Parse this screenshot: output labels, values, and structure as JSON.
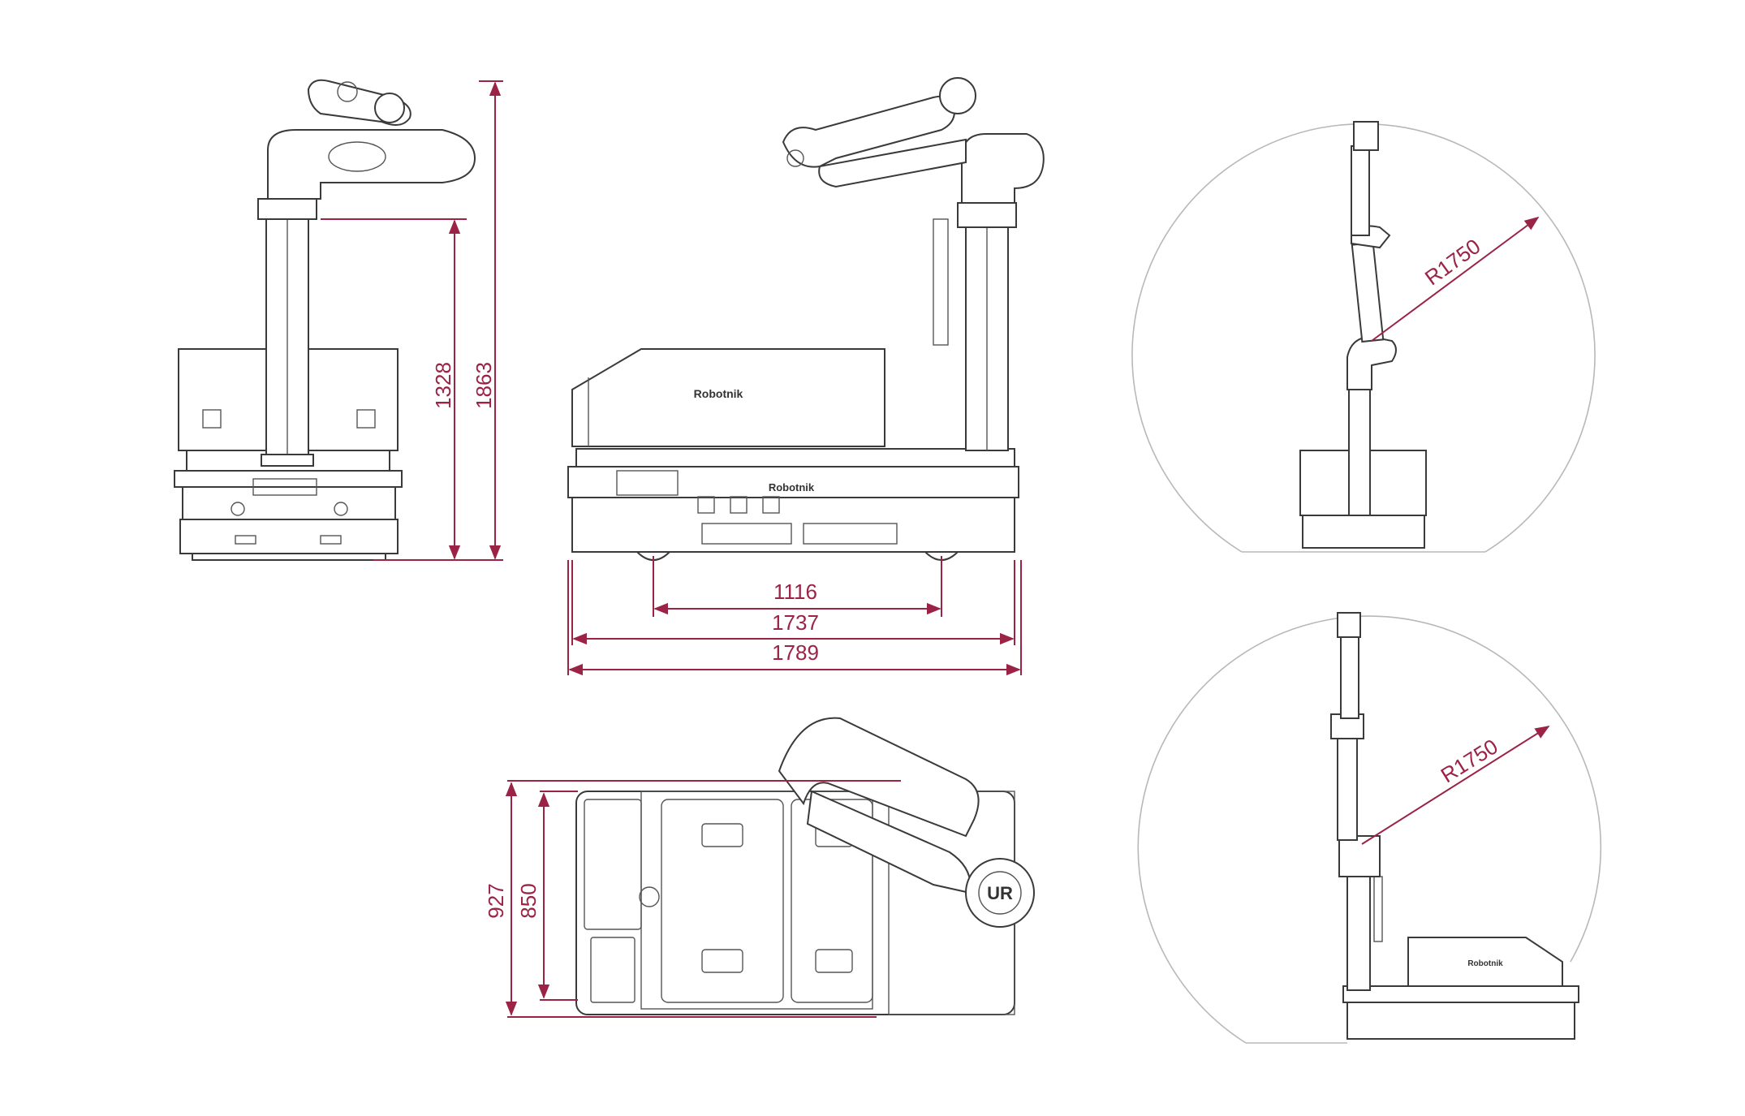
{
  "dimensions": {
    "front_height_column": "1328",
    "front_height_total": "1863",
    "side_wheelbase": "1116",
    "side_length_body": "1737",
    "side_length_total": "1789",
    "top_width_total": "927",
    "top_width_body": "850",
    "reach_radius_upright": "R1750",
    "reach_radius_angled": "R1750"
  },
  "branding": {
    "logo_text": "Robotnik",
    "arm_badge": "UR"
  },
  "colors": {
    "dimension_lines": "#9b2346",
    "outline": "#3a3a3a",
    "reach_arc": "#b8b8b8"
  }
}
